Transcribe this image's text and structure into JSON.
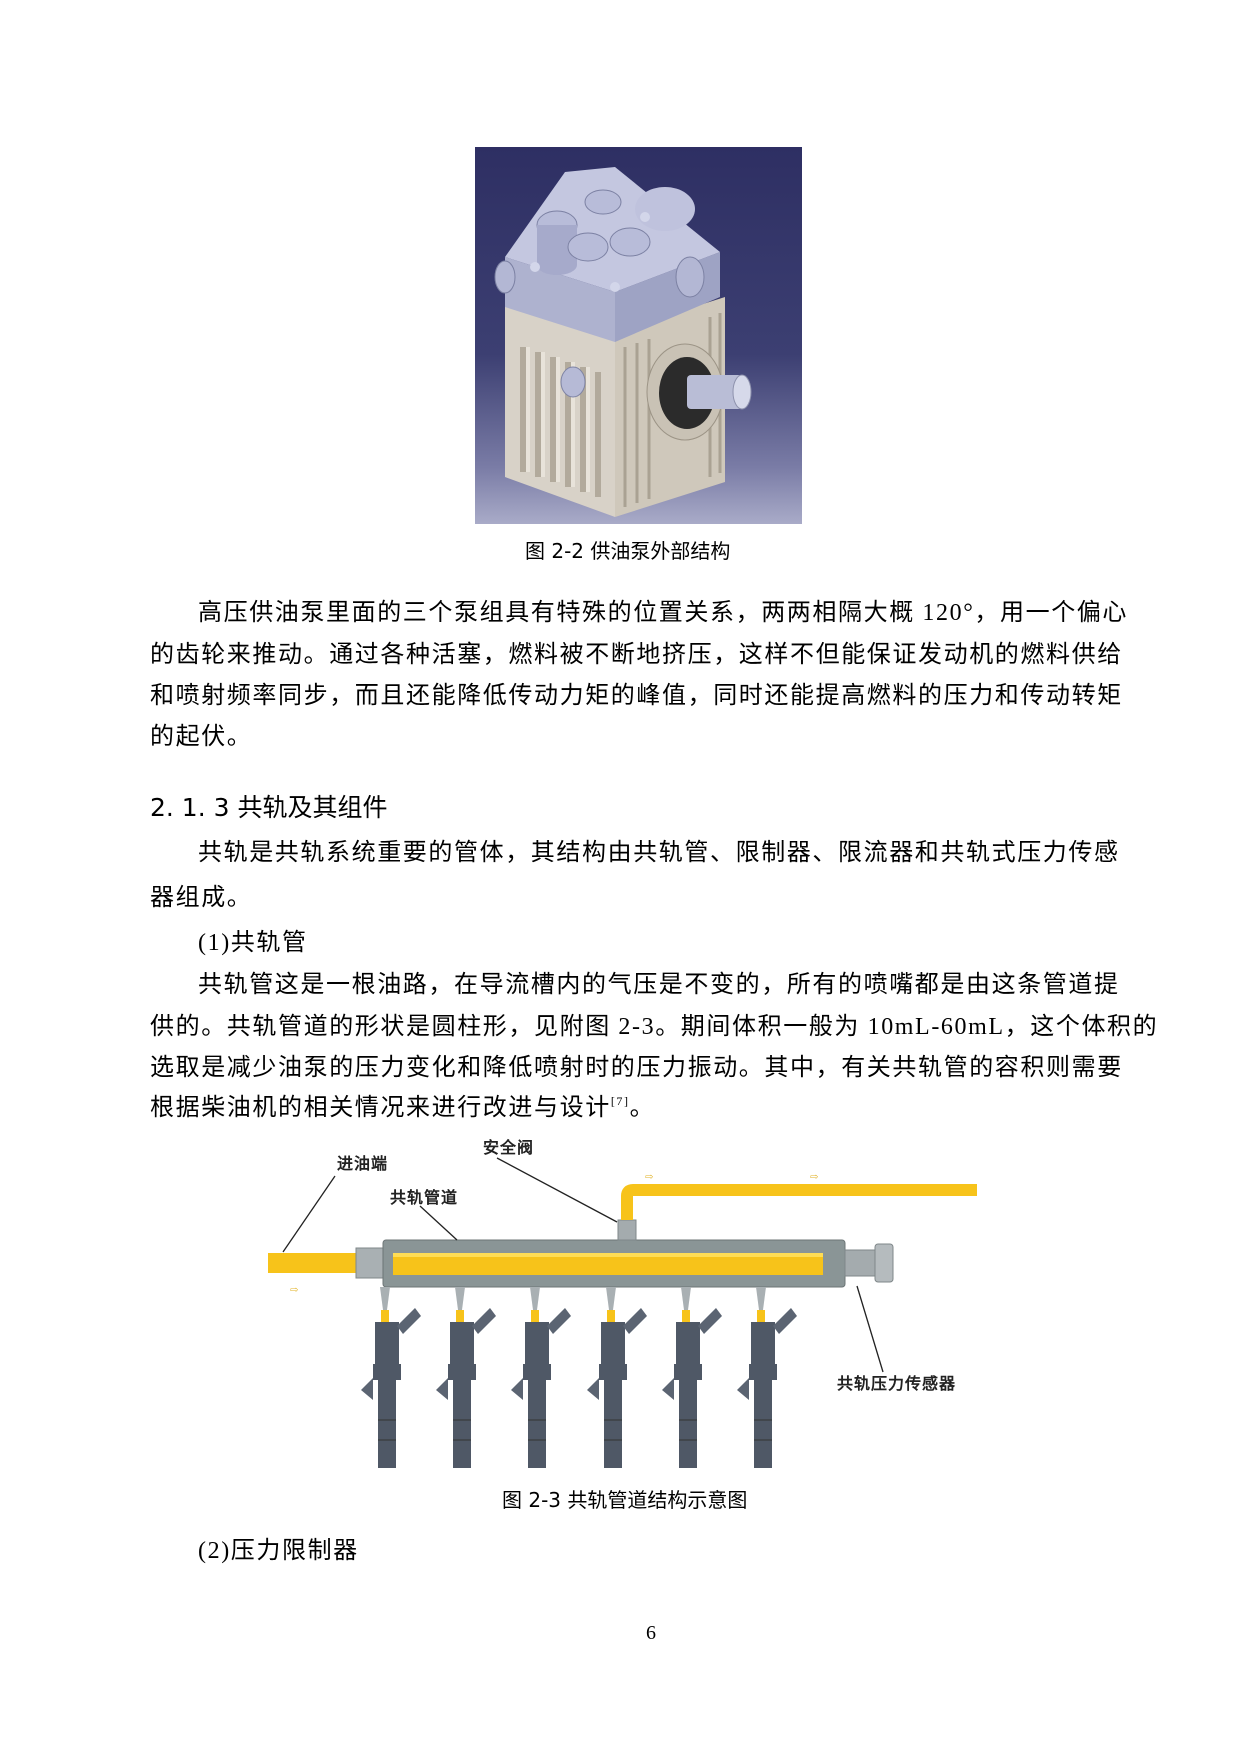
{
  "figure_2_2": {
    "caption": "图 2-2 供油泵外部结构",
    "image_alt": "供油泵三维模型"
  },
  "paragraph_1": {
    "lines": [
      "高压供油泵里面的三个泵组具有特殊的位置关系，两两相隔大概 120°，用一个偏心",
      "的齿轮来推动。通过各种活塞，燃料被不断地挤压，这样不但能保证发动机的燃料供给",
      "和喷射频率同步，而且还能降低传动力矩的峰值，同时还能提高燃料的压力和传动转矩",
      "的起伏。"
    ]
  },
  "section_heading": "2. 1. 3 共轨及其组件",
  "paragraph_2": {
    "lines": [
      "共轨是共轨系统重要的管体，其结构由共轨管、限制器、限流器和共轨式压力传感",
      "器组成。"
    ]
  },
  "item_1_title": "(1)共轨管",
  "paragraph_3": {
    "lines": [
      "共轨管这是一根油路，在导流槽内的气压是不变的，所有的喷嘴都是由这条管道提",
      "供的。共轨管道的形状是圆柱形，见附图 2-3。期间体积一般为 10mL-60mL，这个体积的",
      "选取是减少油泵的压力变化和降低喷射时的压力振动。其中，有关共轨管的容积则需要",
      "根据柴油机的相关情况来进行改进与设计"
    ],
    "citation": "[7]",
    "line4_end": "。"
  },
  "figure_2_3": {
    "caption": "图 2-3 共轨管道结构示意图",
    "labels": {
      "inlet": "进油端",
      "rail_pipe": "共轨管道",
      "safety_valve": "安全阀",
      "pressure_sensor": "共轨压力传感器"
    },
    "injector_count": 6,
    "colors": {
      "fuel": "#f7c31a",
      "rail": "#8a9596",
      "injector": "#4f5866"
    }
  },
  "item_2_title": "(2)压力限制器",
  "page_number": "6"
}
